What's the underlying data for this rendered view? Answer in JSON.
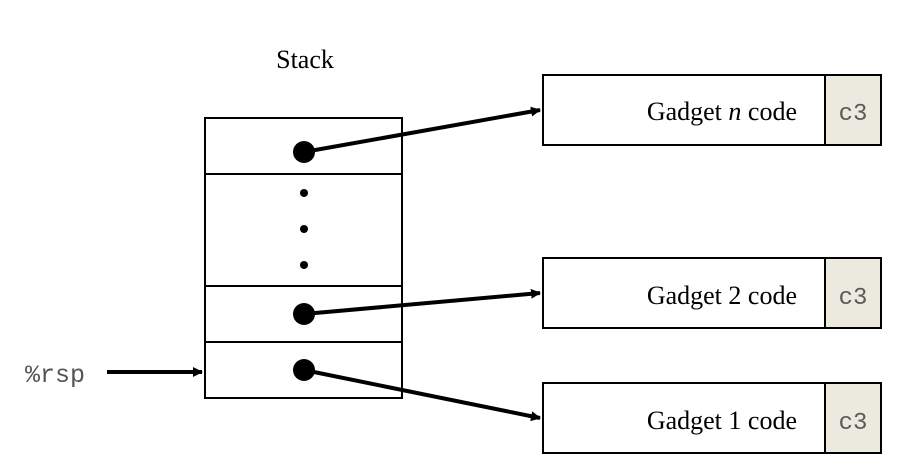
{
  "stack": {
    "title": "Stack",
    "register_label": "%rsp"
  },
  "gadgets": [
    {
      "prefix": "Gadget ",
      "variable": "n",
      "suffix": " code",
      "ret_byte": "c3"
    },
    {
      "prefix": "Gadget ",
      "variable": "",
      "suffix": "2 code",
      "ret_byte": "c3"
    },
    {
      "prefix": "Gadget ",
      "variable": "",
      "suffix": "1 code",
      "ret_byte": "c3"
    }
  ],
  "colors": {
    "stroke": "#000000",
    "ret_fill": "#ece9df",
    "ret_text": "#5a5a5a",
    "background": "#ffffff"
  }
}
